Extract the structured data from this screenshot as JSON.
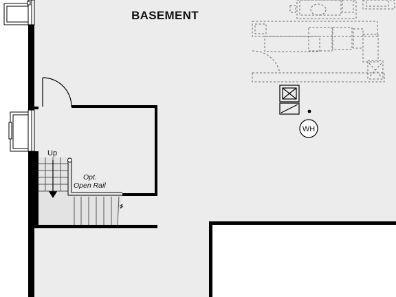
{
  "plan": {
    "title": "BASEMENT",
    "stair_direction_label": "Up",
    "railing_label_line1": "Opt.",
    "railing_label_line2": "Open Rail",
    "water_heater_label": "WH"
  },
  "colors": {
    "floor": "#ececec",
    "stair_fill": "#e3e3e3",
    "wall": "#000000",
    "background": "#ffffff",
    "dashed_equipment": "#6b6b6b"
  }
}
